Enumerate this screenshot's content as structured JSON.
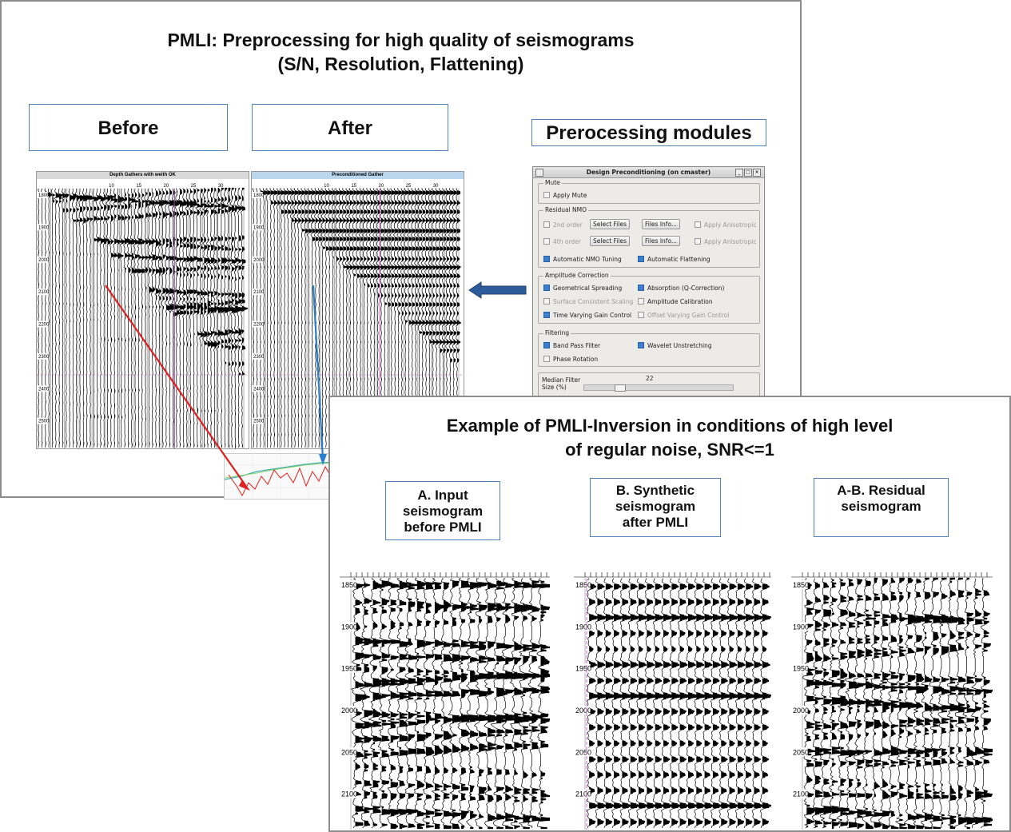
{
  "slide1": {
    "title_line1": "PMLI: Preprocessing for high quality of seismograms",
    "title_line2": "(S/N, Resolution, Flattening)",
    "before_label": "Before",
    "after_label": "After",
    "modules_label": "Prerocessing modules",
    "before_panel": {
      "header": "Depth Gathers with weith OK",
      "ticks": [
        "10",
        "15",
        "20",
        "25",
        "30"
      ],
      "depths": [
        "1800",
        "1900",
        "2000",
        "2100",
        "2200",
        "2300",
        "2400",
        "2500"
      ]
    },
    "after_panel": {
      "header": "Preconditioned Gather",
      "ticks": [
        "10",
        "15",
        "20",
        "25",
        "30"
      ],
      "depths": [
        "1800",
        "1900",
        "2000",
        "2100",
        "2200",
        "2300",
        "2400",
        "2500"
      ]
    }
  },
  "dialog": {
    "title": "Design Preconditioning (on cmaster)",
    "mute": {
      "label": "Mute",
      "apply_mute": "Apply Mute"
    },
    "residual_nmo": {
      "label": "Residual NMO",
      "second_order": "2nd order",
      "fourth_order": "4th order",
      "select_files": "Select Files",
      "files_info": "Files Info...",
      "apply_anisotropic": "Apply Anisotropic",
      "automatic_nmo_tuning": "Automatic NMO Tuning",
      "automatic_flattening": "Automatic Flattening"
    },
    "amplitude": {
      "label": "Amplitude Correction",
      "geometrical_spreading": "Geometrical Spreading",
      "absorption": "Absorption (Q-Correction)",
      "surface_consistent": "Surface Consistent Scaling",
      "amplitude_calibration": "Amplitude Calibration",
      "time_varying": "Time Varying Gain Control",
      "offset_varying": "Offset Varying Gain Control"
    },
    "filtering": {
      "label": "Filtering",
      "band_pass": "Band Pass Filter",
      "wavelet_unstretching": "Wavelet Unstretching",
      "phase_rotation": "Phase Rotation"
    },
    "median": {
      "label_line1": "Median Filter",
      "label_line2": "Size (%)",
      "value": "22",
      "level": 0.22
    }
  },
  "slide2": {
    "title_line1": "Example of PMLI-Inversion in conditions of high level",
    "title_line2": "of regular noise, SNR<=1",
    "box_a": [
      "A. Input",
      "seismogram",
      "before PMLI"
    ],
    "box_b": [
      "B. Synthetic",
      "seismogram",
      "after PMLI"
    ],
    "box_ab": [
      "A-B. Residual",
      "seismogram"
    ],
    "panel_a_depths": [
      "1850",
      "1900",
      "1950",
      "2000",
      "2050",
      "2100"
    ],
    "panel_b_depths": [
      "1850",
      "1900",
      "1950",
      "2000",
      "2050",
      "2100"
    ],
    "panel_c_depths": [
      "1850",
      "1900",
      "1950",
      "2000",
      "2050",
      "2100"
    ]
  },
  "colors": {
    "box_border": "#4f81bd",
    "arrow_blue": "#2e5c9a",
    "red_line": "#e02020",
    "blue_line": "#2a7fc8"
  }
}
